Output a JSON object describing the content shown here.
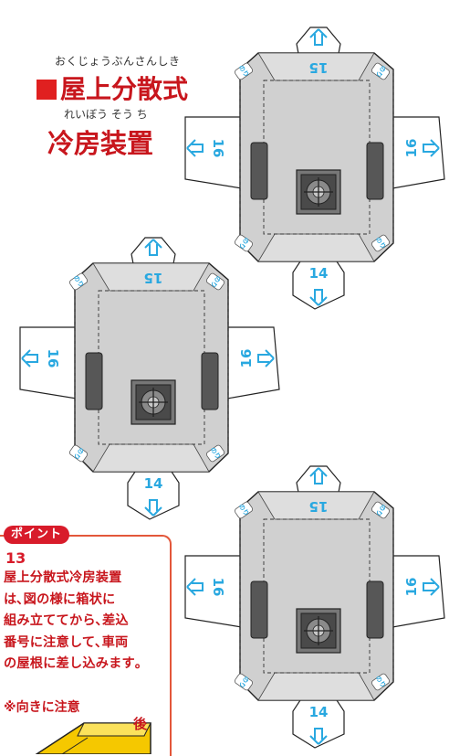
{
  "title": {
    "furigana": "おくじょうぶんさんしき",
    "main": "屋上分散式",
    "color": "#c8161d",
    "square_color": "#e02020"
  },
  "subtitle": {
    "furigana": "れいぼう そう ち",
    "main": "冷房装置",
    "color": "#c8161d"
  },
  "pieces": [
    {
      "top_tab": "15",
      "left_tab": "16",
      "right_tab": "16",
      "bottom_tab": "14"
    },
    {
      "top_tab": "15",
      "left_tab": "16",
      "right_tab": "16",
      "bottom_tab": "14"
    },
    {
      "top_tab": "15",
      "left_tab": "16",
      "right_tab": "16",
      "bottom_tab": "14"
    }
  ],
  "glue_mark": "のり",
  "point": {
    "badge": "ポイント",
    "number": "13",
    "text": "屋上分散式冷房装置\nは､図の様に箱状に\n組み立ててから､差込\n番号に注意して､車両\nの屋根に差し込みます｡",
    "note": "※向きに注意",
    "rear_label": "後"
  },
  "colors": {
    "accent_red": "#c8161d",
    "arrow_blue": "#29a8e0",
    "panel_gray": "#d0d0d0",
    "dark_gray": "#575757",
    "box_yellow": "#f5c800"
  }
}
